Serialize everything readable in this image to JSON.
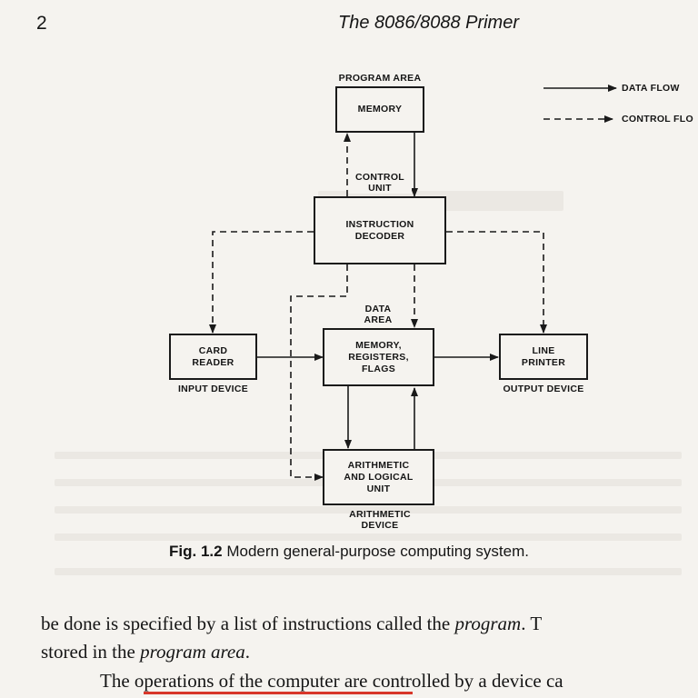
{
  "header": {
    "page_number": "2",
    "running_title": "The 8086/8088 Primer"
  },
  "diagram": {
    "legend": {
      "data_flow": "DATA FLOW",
      "control_flow": "CONTROL FLO"
    },
    "memory_top": {
      "label": "MEMORY",
      "caption": "PROGRAM AREA"
    },
    "control_unit": {
      "label": "INSTRUCTION\nDECODER",
      "caption": "CONTROL\nUNIT"
    },
    "memory_regs": {
      "label": "MEMORY,\nREGISTERS,\nFLAGS",
      "caption": "DATA\nAREA"
    },
    "card_reader": {
      "label": "CARD\nREADER",
      "caption": "INPUT DEVICE"
    },
    "line_printer": {
      "label": "LINE\nPRINTER",
      "caption": "OUTPUT DEVICE"
    },
    "alu": {
      "label": "ARITHMETIC\nAND LOGICAL\nUNIT",
      "caption": "ARITHMETIC\nDEVICE"
    }
  },
  "caption": {
    "figure_number": "Fig. 1.2",
    "text": "Modern general-purpose computing system."
  },
  "body": {
    "line1_a": "be done is specified by a list of instructions called the ",
    "line1_b": "program",
    "line1_c": ". T",
    "line2_a": "stored in the ",
    "line2_b": "program area",
    "line2_c": ".",
    "line3_a": "The ",
    "line3_b": "operations of the computer",
    "line3_c": " are controlled by a device ca"
  },
  "colors": {
    "underline": "#d8372a",
    "ink": "#1a1a1a",
    "paper": "#f5f3ef"
  }
}
